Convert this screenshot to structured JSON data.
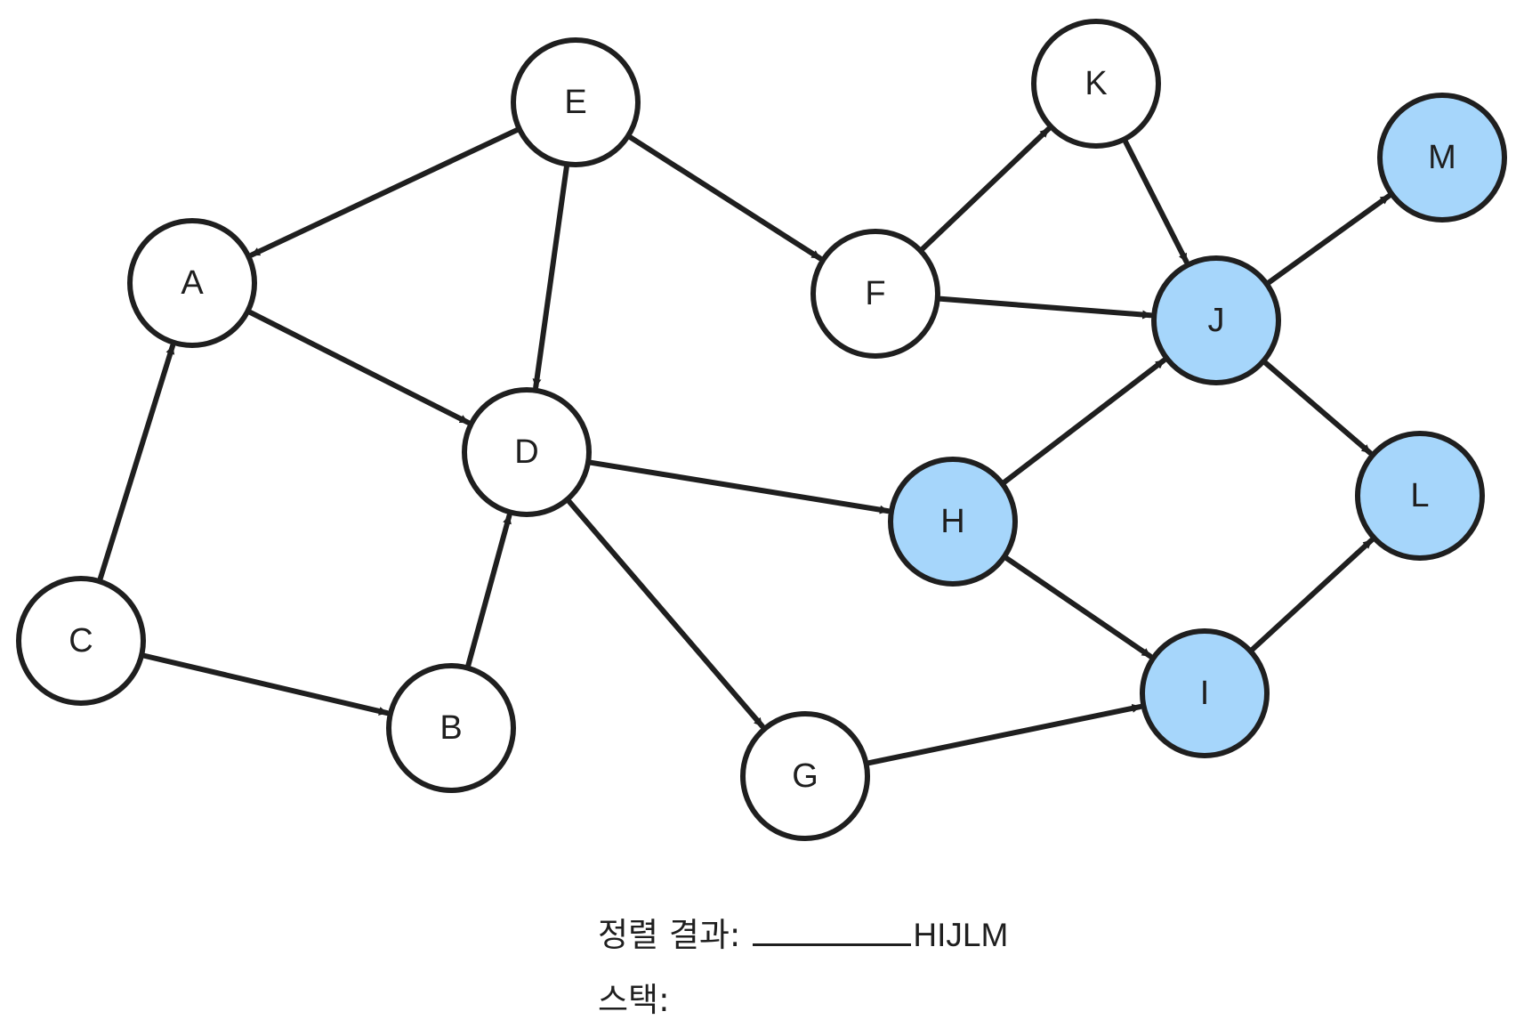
{
  "graph": {
    "nodes": [
      {
        "id": "A",
        "label": "A",
        "highlighted": false
      },
      {
        "id": "B",
        "label": "B",
        "highlighted": false
      },
      {
        "id": "C",
        "label": "C",
        "highlighted": false
      },
      {
        "id": "D",
        "label": "D",
        "highlighted": false
      },
      {
        "id": "E",
        "label": "E",
        "highlighted": false
      },
      {
        "id": "F",
        "label": "F",
        "highlighted": false
      },
      {
        "id": "G",
        "label": "G",
        "highlighted": false
      },
      {
        "id": "H",
        "label": "H",
        "highlighted": true
      },
      {
        "id": "I",
        "label": "I",
        "highlighted": true
      },
      {
        "id": "J",
        "label": "J",
        "highlighted": true
      },
      {
        "id": "K",
        "label": "K",
        "highlighted": false
      },
      {
        "id": "L",
        "label": "L",
        "highlighted": true
      },
      {
        "id": "M",
        "label": "M",
        "highlighted": true
      }
    ],
    "edges": [
      {
        "from": "E",
        "to": "A"
      },
      {
        "from": "E",
        "to": "D"
      },
      {
        "from": "E",
        "to": "F"
      },
      {
        "from": "A",
        "to": "D"
      },
      {
        "from": "C",
        "to": "A"
      },
      {
        "from": "C",
        "to": "B"
      },
      {
        "from": "B",
        "to": "D"
      },
      {
        "from": "D",
        "to": "H"
      },
      {
        "from": "D",
        "to": "G"
      },
      {
        "from": "F",
        "to": "K"
      },
      {
        "from": "F",
        "to": "J"
      },
      {
        "from": "K",
        "to": "J"
      },
      {
        "from": "J",
        "to": "M"
      },
      {
        "from": "J",
        "to": "L"
      },
      {
        "from": "H",
        "to": "J"
      },
      {
        "from": "H",
        "to": "I"
      },
      {
        "from": "G",
        "to": "I"
      },
      {
        "from": "I",
        "to": "L"
      }
    ]
  },
  "colors": {
    "highlight_fill": "#a6d6fb",
    "default_fill": "#ffffff",
    "stroke": "#1f1f1f"
  },
  "caption": {
    "result_label": "정렬 결과:",
    "result_value": "HIJLM",
    "stack_label": "스택:"
  }
}
